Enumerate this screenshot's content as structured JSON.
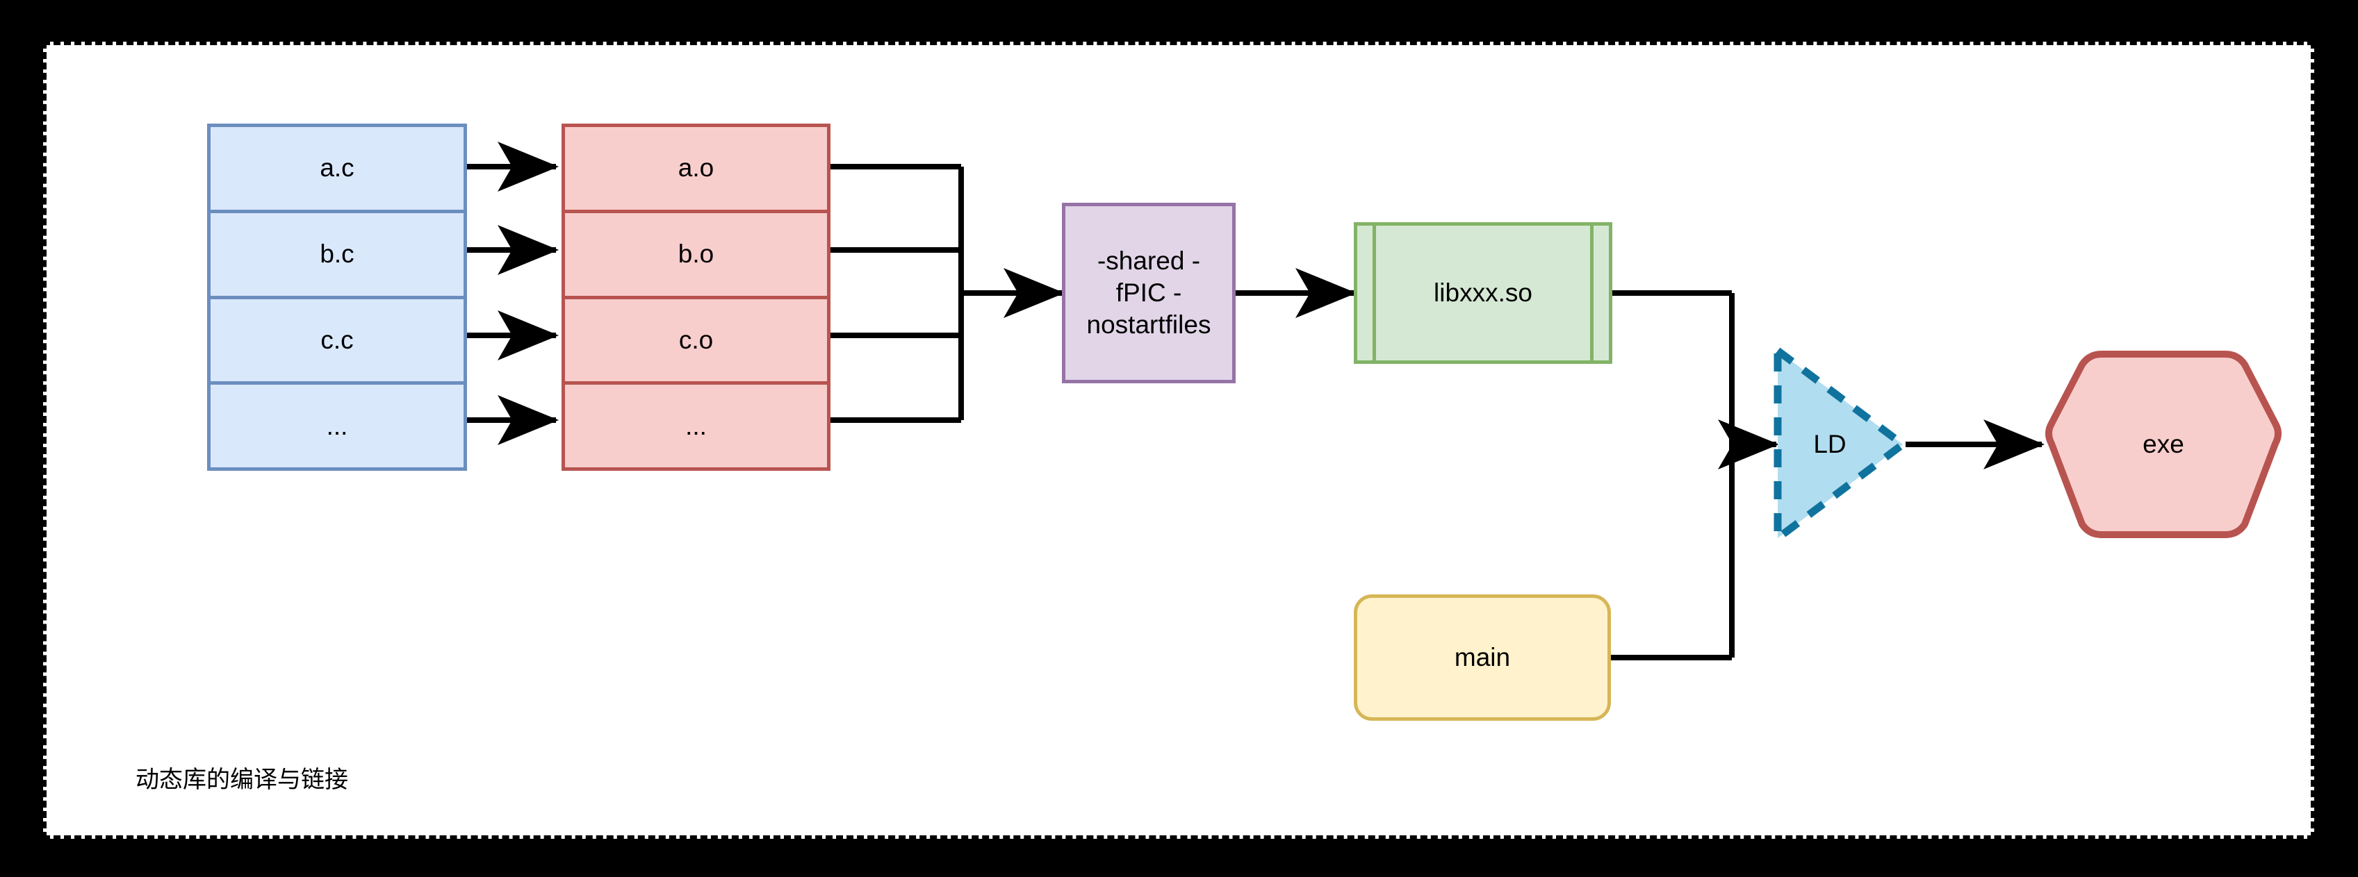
{
  "diagram": {
    "caption": "动态库的编译与链接",
    "frame": {
      "background": "#000000",
      "canvas": "#ffffff",
      "border_style": "dashed",
      "border_color": "#000000"
    },
    "palette": {
      "blue_fill": "#dae8fc",
      "blue_stroke": "#6c8ebf",
      "red_fill": "#f8cecc",
      "red_stroke": "#b85450",
      "purple_fill": "#e1d5e7",
      "purple_stroke": "#9673a6",
      "green_fill": "#d5e8d4",
      "green_stroke": "#82b366",
      "yellow_fill": "#fff2cc",
      "yellow_stroke": "#d6b656",
      "cyan_fill": "#b1ddf0",
      "cyan_stroke": "#10739e",
      "edge_color": "#000000"
    },
    "sources": {
      "name": "source-files",
      "items": [
        {
          "label": "a.c"
        },
        {
          "label": "b.c"
        },
        {
          "label": "c.c"
        },
        {
          "label": "..."
        }
      ]
    },
    "objects": {
      "name": "object-files",
      "items": [
        {
          "label": "a.o"
        },
        {
          "label": "b.o"
        },
        {
          "label": "c.o"
        },
        {
          "label": "..."
        }
      ]
    },
    "compile_flags": {
      "label": "-shared -fPIC -nostartfiles"
    },
    "library": {
      "label": "libxxx.so"
    },
    "main_module": {
      "label": "main"
    },
    "linker": {
      "label": "LD"
    },
    "executable": {
      "label": "exe"
    }
  }
}
